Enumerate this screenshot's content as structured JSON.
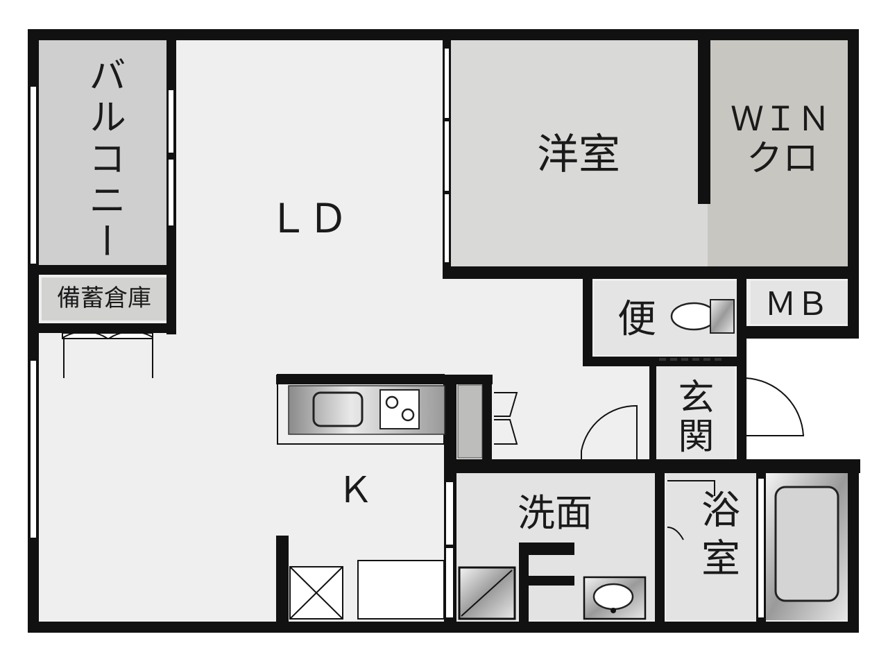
{
  "rooms": {
    "ld": "ＬＤ",
    "k": "Ｋ",
    "western_room": "洋室",
    "win_closet_line1": "ＷＩＮ",
    "win_closet_line2": "クロ",
    "balcony": "バルコニー",
    "storage": "備蓄倉庫",
    "toilet": "便",
    "mb": "ＭＢ",
    "entrance": "玄関",
    "washroom": "洗面",
    "bathroom": "浴室"
  },
  "colors": {
    "wall": "#111111",
    "living_floor": "#efefef",
    "room_floor": "#d8d8d6",
    "closet_floor": "#c9c7c2",
    "balcony_floor": "#cfcfcf",
    "wet_area_floor": "#e6e6e6"
  }
}
